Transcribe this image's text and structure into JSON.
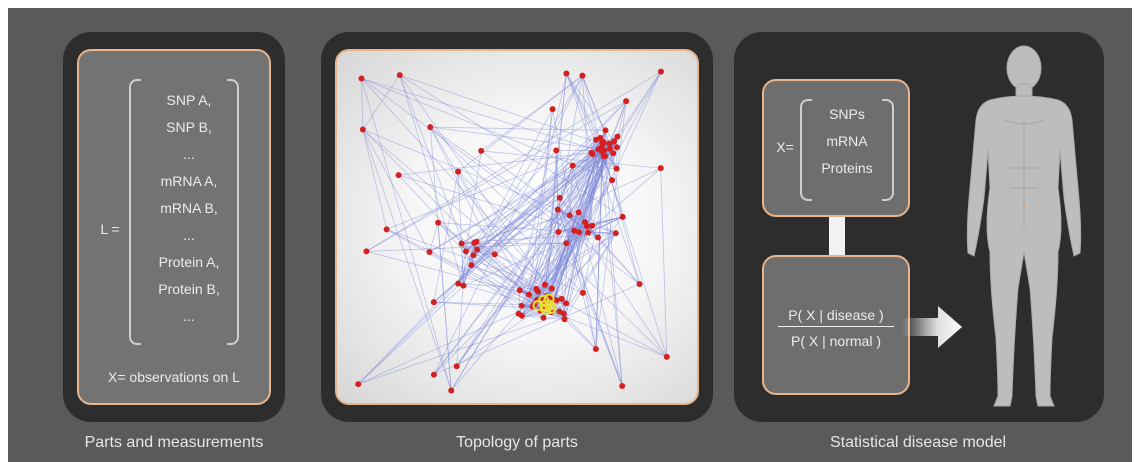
{
  "panels": {
    "parts": {
      "caption": "Parts and measurements",
      "list_prefix": "L =",
      "items": [
        "SNP A,",
        "SNP B,",
        "...",
        "mRNA A,",
        "mRNA B,",
        "...",
        "Protein A,",
        "Protein B,",
        "..."
      ],
      "observations": "X= observations on L"
    },
    "topology": {
      "caption": "Topology of parts",
      "node_color": "#d42020",
      "highlight_color": "#e8e030",
      "edge_color": "#7a86d8"
    },
    "model": {
      "caption": "Statistical disease model",
      "x_prefix": "X=",
      "x_items": [
        "SNPs",
        "mRNA",
        "Proteins"
      ],
      "numerator": "P( X | disease )",
      "denominator": "P( X | normal )"
    }
  },
  "colors": {
    "background": "#5a5a5a",
    "panel": "#2d2d2d",
    "card_border": "#e7b48c",
    "body": "#b9b9b9"
  }
}
